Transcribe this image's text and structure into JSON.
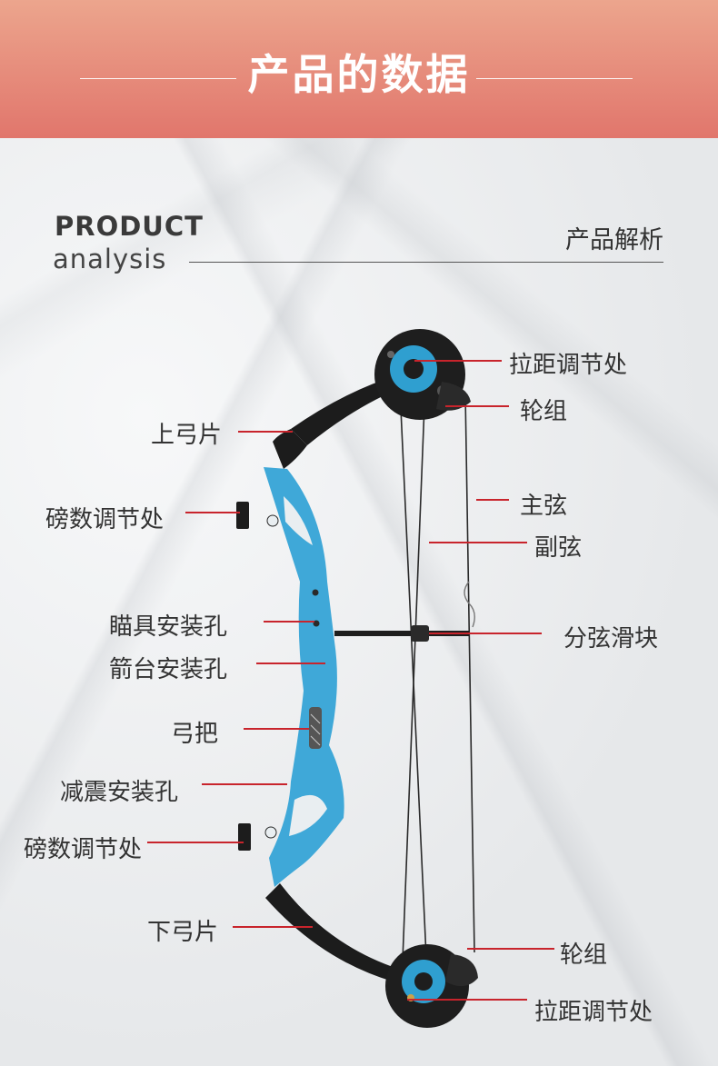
{
  "banner": {
    "title": "产品的数据"
  },
  "heading": {
    "en_line1": "PRODUCT",
    "en_line2": "analysis",
    "zh": "产品解析"
  },
  "labels": {
    "upper_draw_adjust": "拉距调节处",
    "upper_cam": "轮组",
    "upper_limb": "上弓片",
    "main_string": "主弦",
    "upper_weight_adjust": "磅数调节处",
    "cable": "副弦",
    "sight_holes": "瞄具安装孔",
    "cable_slide": "分弦滑块",
    "rest_holes": "箭台安装孔",
    "grip": "弓把",
    "stabilizer_hole": "减震安装孔",
    "lower_weight_adjust": "磅数调节处",
    "lower_limb": "下弓片",
    "lower_cam": "轮组",
    "lower_draw_adjust": "拉距调节处"
  },
  "colors": {
    "banner_top": "#eca58d",
    "banner_bottom": "#e1766c",
    "riser_blue": "#3fa8d8",
    "leader_red": "#c8242c",
    "limb_black": "#1c1c1c"
  }
}
